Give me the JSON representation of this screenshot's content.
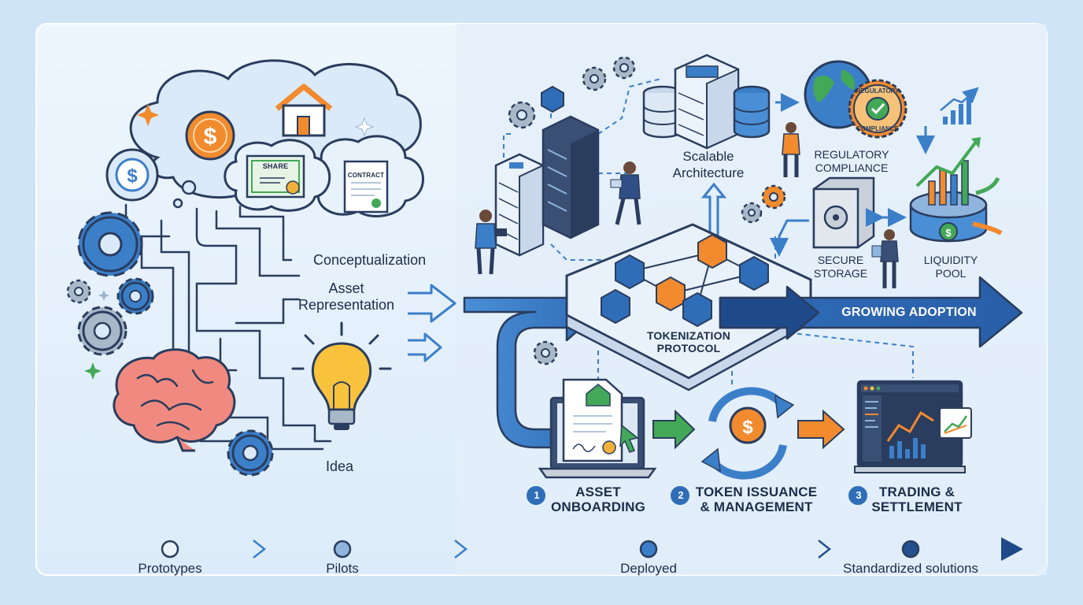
{
  "left": {
    "bubble_share": "SHARE",
    "bubble_contract": "CONTRACT",
    "conceptualization": "Conceptualization",
    "asset_representation_line1": "Asset",
    "asset_representation_line2": "Representation",
    "idea": "Idea"
  },
  "right": {
    "scalable_line1": "Scalable",
    "scalable_line2": "Architecture",
    "regulatory_line1": "REGULATORY",
    "regulatory_line2": "COMPLIANCE",
    "badge_line1": "REGULATORY",
    "badge_line2": "COMPLIANCE",
    "secure_line1": "SECURE",
    "secure_line2": "STORAGE",
    "liquidity_line1": "LIQUIDITY",
    "liquidity_line2": "POOL",
    "tokenization_line1": "TOKENIZATION",
    "tokenization_line2": "PROTOCOL",
    "growing_adoption": "GROWING ADOPTION"
  },
  "steps": [
    {
      "number": "1",
      "line1": "ASSET",
      "line2": "ONBOARDING"
    },
    {
      "number": "2",
      "line1": "TOKEN ISSUANCE",
      "line2": "& MANAGEMENT"
    },
    {
      "number": "3",
      "line1": "TRADING &",
      "line2": "SETTLEMENT"
    }
  ],
  "timeline": [
    "Prototypes",
    "Pilots",
    "Deployed",
    "Standardized solutions"
  ],
  "colors": {
    "background": "#cfe4f7",
    "panel": "#e9f3fc",
    "navy": "#1d2d4a",
    "blue": "#3c7fc9",
    "dark_blue": "#24508f",
    "orange": "#f28a2e",
    "green": "#43a857"
  }
}
